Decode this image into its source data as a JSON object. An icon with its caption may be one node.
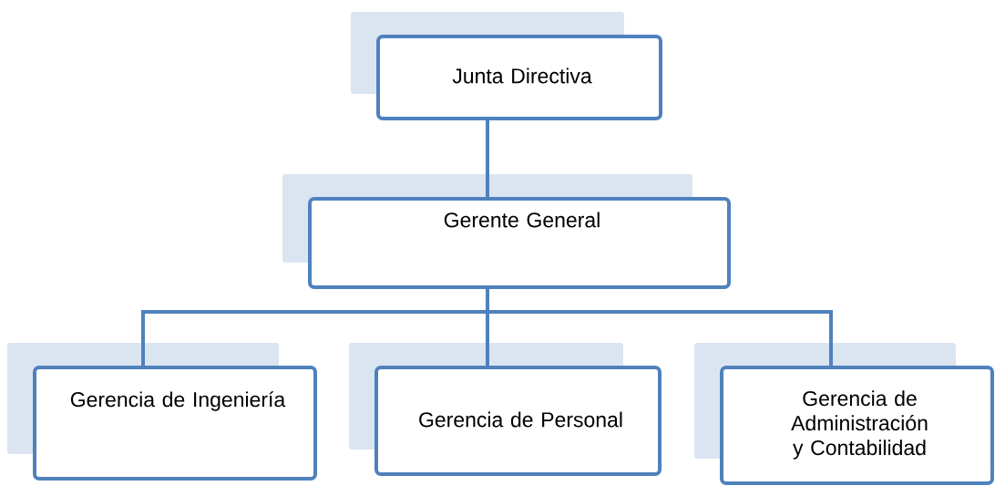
{
  "diagram": {
    "nodes": [
      {
        "text": [
          "Junta Directiva"
        ]
      },
      {
        "text": [
          "Gerente General"
        ]
      },
      {
        "text": [
          "Gerencia de Ingeniería"
        ]
      },
      {
        "text": [
          "Gerencia de Personal"
        ]
      },
      {
        "text": [
          "Gerencia de Administración y Contabilidad"
        ]
      }
    ],
    "edges": [
      {
        "from": 0,
        "to": 1,
        "arrow": "none"
      },
      {
        "from": 1,
        "to": 2,
        "arrow": "none"
      },
      {
        "from": 1,
        "to": 3,
        "arrow": "none"
      },
      {
        "from": 1,
        "to": 4,
        "arrow": "none"
      }
    ]
  }
}
